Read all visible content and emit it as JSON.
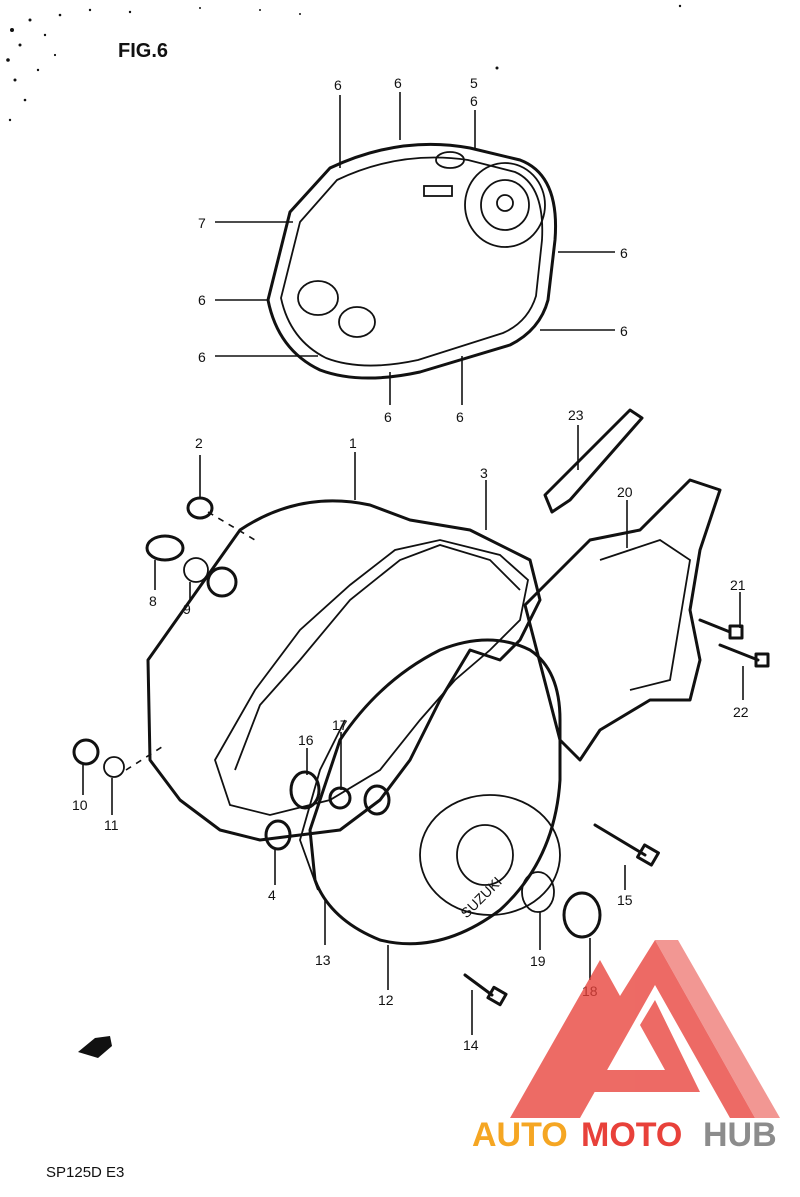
{
  "figure_label": "FIG.6",
  "model_code": "SP125D E3",
  "brand": {
    "part_auto": "AUTO",
    "part_moto": "MOTO",
    "part_hub": "HUB",
    "color_orange": "#f5a623",
    "color_red": "#e8413a",
    "color_gray": "#8c8c8c"
  },
  "cover_casting_text": "SUZUKI",
  "callouts": [
    {
      "id": "c6a",
      "label": "6"
    },
    {
      "id": "c6b",
      "label": "6"
    },
    {
      "id": "c5",
      "label": "5"
    },
    {
      "id": "c6c",
      "label": "6"
    },
    {
      "id": "c7",
      "label": "7"
    },
    {
      "id": "c6d",
      "label": "6"
    },
    {
      "id": "c6e",
      "label": "6"
    },
    {
      "id": "c6f",
      "label": "6"
    },
    {
      "id": "c6g",
      "label": "6"
    },
    {
      "id": "c6h",
      "label": "6"
    },
    {
      "id": "c6i",
      "label": "6"
    },
    {
      "id": "c23",
      "label": "23"
    },
    {
      "id": "c2",
      "label": "2"
    },
    {
      "id": "c1",
      "label": "1"
    },
    {
      "id": "c3",
      "label": "3"
    },
    {
      "id": "c20",
      "label": "20"
    },
    {
      "id": "c8",
      "label": "8"
    },
    {
      "id": "c9",
      "label": "9"
    },
    {
      "id": "c21",
      "label": "21"
    },
    {
      "id": "c22",
      "label": "22"
    },
    {
      "id": "c16",
      "label": "16"
    },
    {
      "id": "c17",
      "label": "17"
    },
    {
      "id": "c10",
      "label": "10"
    },
    {
      "id": "c11",
      "label": "11"
    },
    {
      "id": "c4",
      "label": "4"
    },
    {
      "id": "c15",
      "label": "15"
    },
    {
      "id": "c13",
      "label": "13"
    },
    {
      "id": "c19",
      "label": "19"
    },
    {
      "id": "c12",
      "label": "12"
    },
    {
      "id": "c18",
      "label": "18"
    },
    {
      "id": "c14",
      "label": "14"
    }
  ]
}
